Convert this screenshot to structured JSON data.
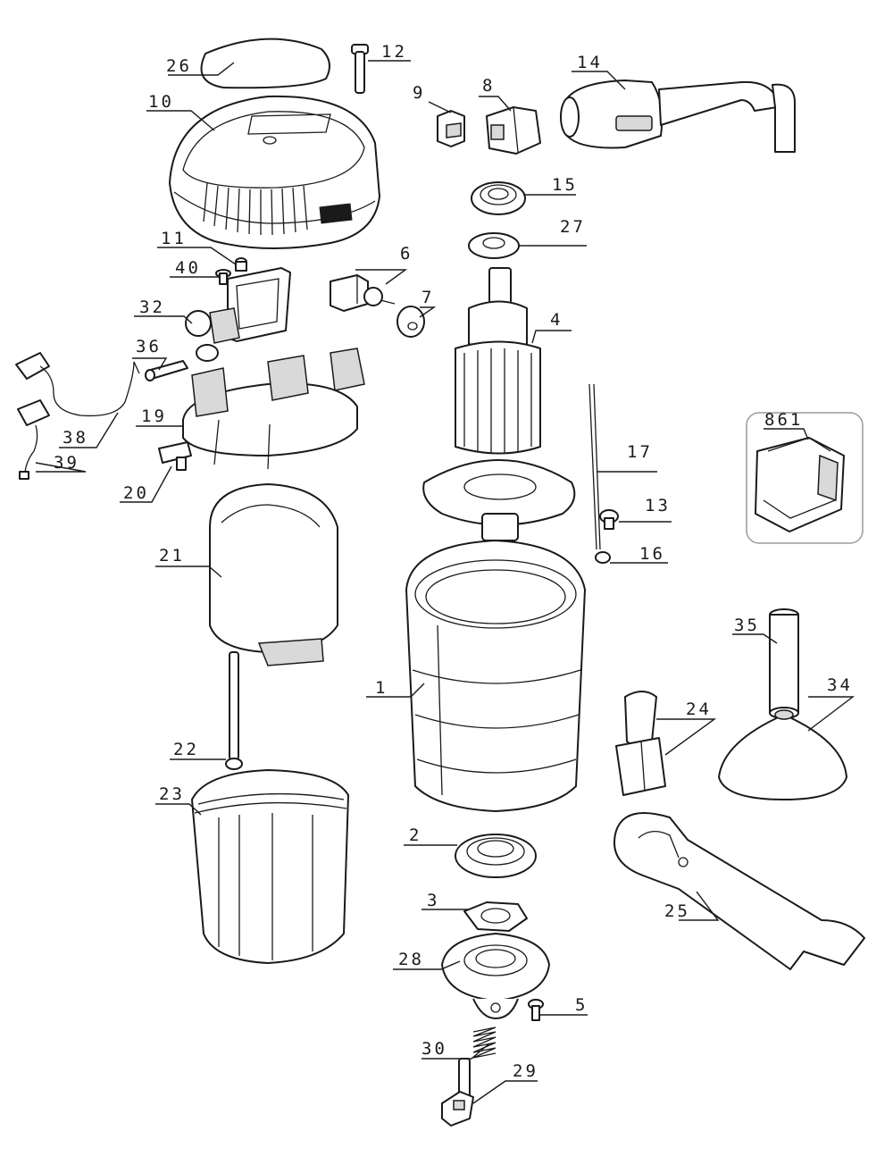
{
  "callouts": [
    {
      "id": "26",
      "label": "26"
    },
    {
      "id": "12",
      "label": "12"
    },
    {
      "id": "14",
      "label": "14"
    },
    {
      "id": "9",
      "label": "9"
    },
    {
      "id": "8",
      "label": "8"
    },
    {
      "id": "10",
      "label": "10"
    },
    {
      "id": "15",
      "label": "15"
    },
    {
      "id": "27",
      "label": "27"
    },
    {
      "id": "11",
      "label": "11"
    },
    {
      "id": "40",
      "label": "40"
    },
    {
      "id": "6",
      "label": "6"
    },
    {
      "id": "7",
      "label": "7"
    },
    {
      "id": "32",
      "label": "32"
    },
    {
      "id": "4",
      "label": "4"
    },
    {
      "id": "36",
      "label": "36"
    },
    {
      "id": "861",
      "label": "861"
    },
    {
      "id": "38",
      "label": "38"
    },
    {
      "id": "19",
      "label": "19"
    },
    {
      "id": "17",
      "label": "17"
    },
    {
      "id": "39",
      "label": "39"
    },
    {
      "id": "20",
      "label": "20"
    },
    {
      "id": "13",
      "label": "13"
    },
    {
      "id": "21",
      "label": "21"
    },
    {
      "id": "16",
      "label": "16"
    },
    {
      "id": "35",
      "label": "35"
    },
    {
      "id": "1",
      "label": "1"
    },
    {
      "id": "22",
      "label": "22"
    },
    {
      "id": "34",
      "label": "34"
    },
    {
      "id": "24",
      "label": "24"
    },
    {
      "id": "23",
      "label": "23"
    },
    {
      "id": "2",
      "label": "2"
    },
    {
      "id": "3",
      "label": "3"
    },
    {
      "id": "25",
      "label": "25"
    },
    {
      "id": "28",
      "label": "28"
    },
    {
      "id": "5",
      "label": "5"
    },
    {
      "id": "30",
      "label": "30"
    },
    {
      "id": "29",
      "label": "29"
    }
  ]
}
